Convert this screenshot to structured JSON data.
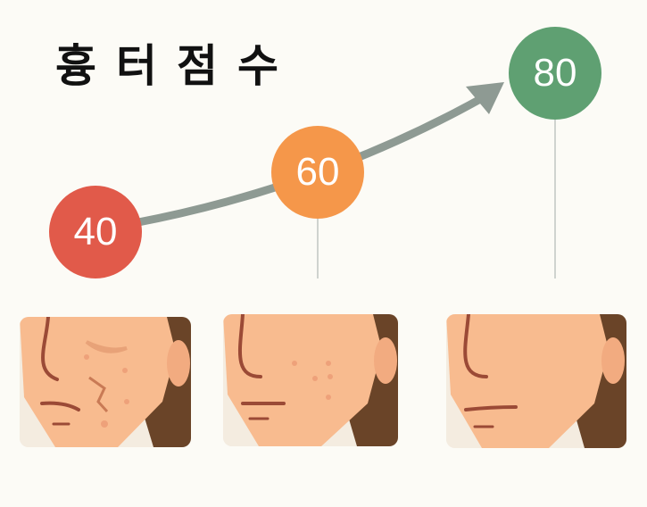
{
  "title": "흉터점수",
  "scores": [
    {
      "label": "40",
      "color": "#e15a4a"
    },
    {
      "label": "60",
      "color": "#f5974a"
    },
    {
      "label": "80",
      "color": "#5fa072"
    }
  ],
  "panels": [
    "face-severe-scars",
    "face-mild-scars",
    "face-clear-skin"
  ],
  "arrow_color": "#8e9a93"
}
